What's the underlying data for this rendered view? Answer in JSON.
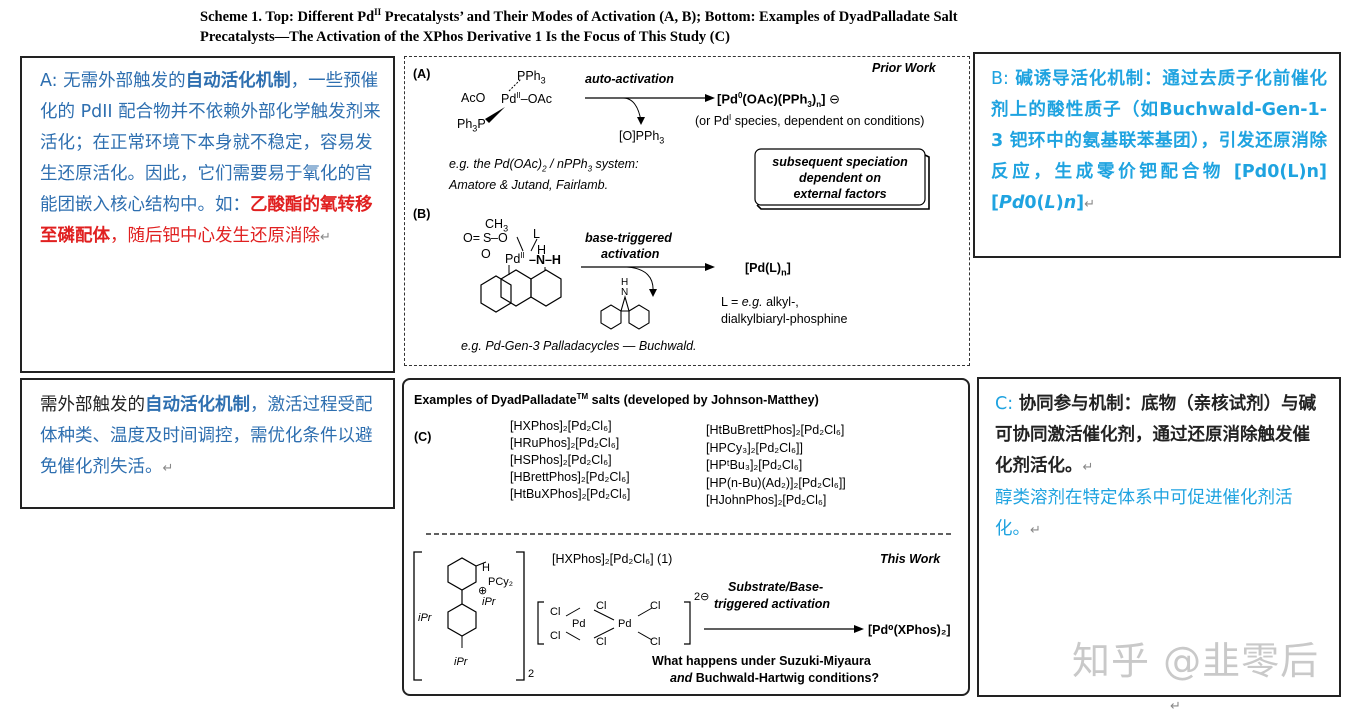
{
  "caption": {
    "line1": "Scheme 1. Top: Different Pd",
    "line1_sup": "II",
    "line1_rest": " Precatalysts’ and Their Modes of Activation (A, B); Bottom: Examples of DyadPalladate Salt",
    "line2": "Precatalysts—The Activation of the XPhos Derivative 1 Is the Focus of This Study (C)"
  },
  "note_a": {
    "p1": "A: 无需外部触发的",
    "p2": "自动活化机制",
    "p3": "，一些预催化的 PdII 配合物并不依赖外部化学触发剂来活化；在正常环境下本身就不稳定，容易发生还原活化。因此，它们需要易于氧化的官能团嵌入核心结构中。如：",
    "p4": "乙酸酯的氧转移至磷配体",
    "p5": "，随后钯中心发生还原消除",
    "ret": "↵"
  },
  "note_b": {
    "p1": "B: ",
    "p2": "碱诱导活化机制：通过去质子化前催化剂上的酸性质子（如",
    "p3": "Buchwald-Gen-1-3",
    "p4": " 钯环中的氨基联苯基团），引发还原消除反应，生成零价钯配合物 [Pd0(L)n][",
    "p5": "Pd",
    "p6": "0(",
    "p7": "L",
    "p8": ")",
    "p9": "n",
    "p10": "]",
    "ret": "↵"
  },
  "note_d": {
    "p1": "需外部触发的",
    "p2": "自动活化机制",
    "p3": "，激活过程受配体种类、温度及时间调控，需优化条件以避免催化剂失活。",
    "ret": "↵"
  },
  "note_c": {
    "p1": "C: ",
    "p2": "协同参与机制：底物（亲核试剂）与碱可协同激活催化剂，通过还原消除触发催化剂活化。",
    "ret": "↵",
    "p3": "醇类溶剂在特定体系中可促进催化剂活化。",
    "ret2": "↵"
  },
  "panel_a": {
    "label": "(A)",
    "prior_work": "Prior Work",
    "pph3": "PPh",
    "pph3_sub": "3",
    "aco": "AcO",
    "pd": "Pd",
    "pd_sup": "II",
    "oac": "–OAc",
    "ph3p": "Ph",
    "ph3p_sub": "3",
    "ph3p_p": "P",
    "arrow_label": "auto-activation",
    "product": "[Pd",
    "product_sup": "0",
    "product_rest": "(OAc)(PPh",
    "product_sub1": "3",
    "product_rest2": ")",
    "product_sub2": "n",
    "product_rest3": "]",
    "product_charge": "⊖",
    "byproduct": "[O]PPh",
    "byproduct_sub": "3",
    "or_note": "(or Pd",
    "or_note_sup": "I",
    "or_note_rest": " species, dependent on conditions)",
    "eg1": "e.g. the Pd(OAc)",
    "eg1_sub": "2",
    "eg1_rest": " / nPPh",
    "eg1_sub2": "3",
    "eg1_rest2": " system:",
    "eg2": "Amatore & Jutand, Fairlamb.",
    "box1": "subsequent speciation",
    "box2": "dependent on",
    "box3": "external factors"
  },
  "panel_b": {
    "label": "(B)",
    "ch3": "CH",
    "ch3_sub": "3",
    "l": "L",
    "o_eq": "O=",
    "s": "S",
    "o": "–O",
    "o2": "O",
    "h": "H",
    "pd": "Pd",
    "pd_sup": "II",
    "nh": "–N–H",
    "arrow1": "base-triggered",
    "arrow2": "activation",
    "product": "[Pd(L)",
    "product_sub": "n",
    "product_end": "]",
    "carb_h": "H",
    "carb_n": "N",
    "lig1": "L = ",
    "lig1_i": "e.g.",
    "lig1_rest": " alkyl-,",
    "lig2": "dialkylbiaryl-phosphine",
    "eg": "e.g. Pd-Gen-3 Palladacycles — Buchwald."
  },
  "panel_c": {
    "title": "Examples of DyadPalladate",
    "title_sup": "TM",
    "title_rest": " salts (developed by Johnson-Matthey)",
    "label": "(C)",
    "salts_left": [
      "[HXPhos]₂[Pd₂Cl₆]",
      "[HRuPhos]₂[Pd₂Cl₆]",
      "[HSPhos]₂[Pd₂Cl₆]",
      "[HBrettPhos]₂[Pd₂Cl₆]",
      "[HtBuXPhos]₂[Pd₂Cl₆]"
    ],
    "salts_right": [
      "[HtBuBrettPhos]₂[Pd₂Cl₆]",
      "[HPCy₃]₂[Pd₂Cl₆]]",
      "[HPᵗBu₃]₂[Pd₂Cl₆]",
      "[HP(n-Bu)(Ad₂)]₂[Pd₂Cl₆]]",
      "[HJohnPhos]₂[Pd₂Cl₆]"
    ],
    "compound": "[HXPhos]₂[Pd₂Cl₆] (1)",
    "this_work": "This Work",
    "h": "H",
    "pcy2": "PCy₂",
    "plus": "⊕",
    "ipr": "iPr",
    "cl": "Cl",
    "pd": "Pd",
    "charge": "2⊖",
    "sub2": "2",
    "arrow1": "Substrate/Base-",
    "arrow2": "triggered activation",
    "product": "[Pd⁰(XPhos)₂]",
    "q1": "What happens under Suzuki-Miyaura",
    "q2_i": "and",
    "q2": " Buchwald-Hartwig conditions?"
  },
  "watermark": "知乎 @韭零后",
  "page_ret": "↵"
}
